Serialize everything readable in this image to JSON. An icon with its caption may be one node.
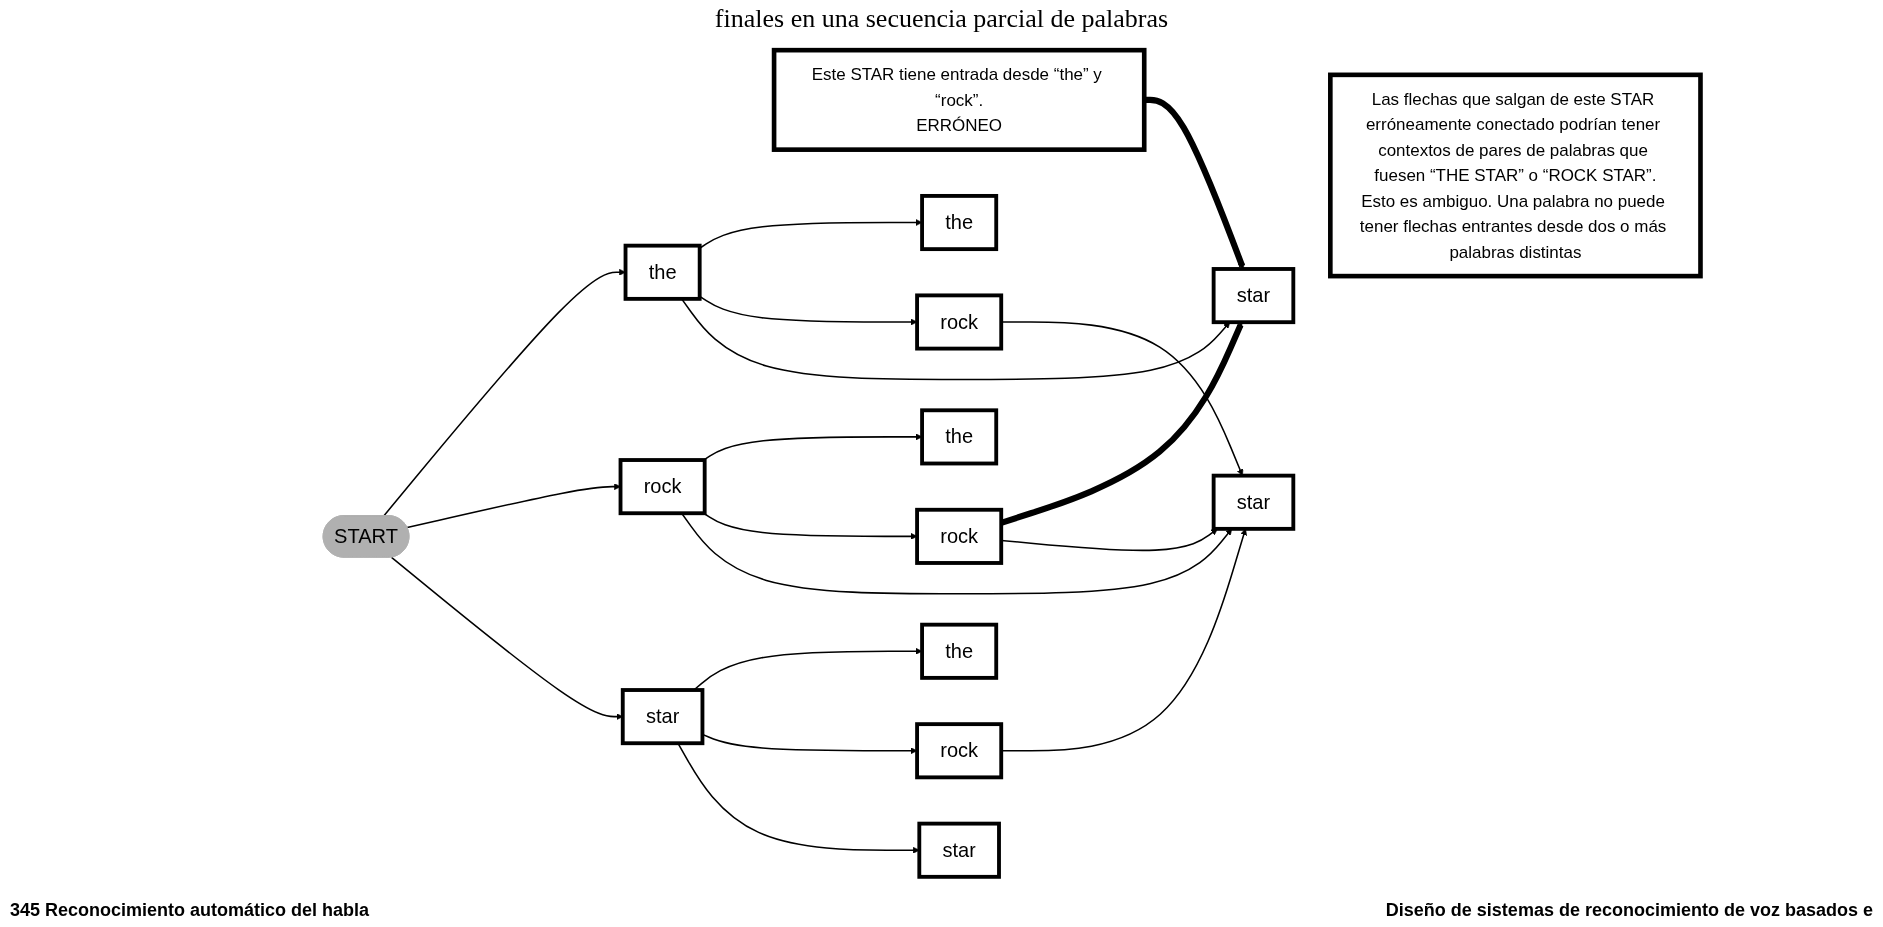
{
  "diagram": {
    "nodes": [
      {
        "text": [
          "START"
        ]
      },
      {
        "text": [
          "the"
        ]
      },
      {
        "text": [
          "rock"
        ]
      },
      {
        "text": [
          "star"
        ]
      },
      {
        "text": [
          "the"
        ]
      },
      {
        "text": [
          "rock"
        ]
      },
      {
        "text": [
          "star"
        ]
      },
      {
        "text": [
          "the"
        ]
      },
      {
        "text": [
          "rock"
        ]
      },
      {
        "text": [
          "star"
        ]
      },
      {
        "text": [
          "the"
        ]
      },
      {
        "text": [
          "rock"
        ]
      },
      {
        "text": [
          "star"
        ]
      },
      {
        "text": [
          "Este STAR tiene entrada desde “the” y “rock”.",
          "ERRÓNEO"
        ]
      },
      {
        "text": [
          "Las flechas que salgan de este STAR erróneamente conectado podrían tener contextos de pares de palabras que fuesen “THE STAR” o “ROCK STAR”.",
          "Esto es ambiguo. Una palabra no puede tener flechas entrantes desde dos o más palabras distintas"
        ]
      }
    ],
    "edges": [
      {
        "from": 0,
        "to": 1,
        "arrow": "to"
      },
      {
        "from": 0,
        "to": 2,
        "arrow": "to"
      },
      {
        "from": 0,
        "to": 3,
        "arrow": "to"
      },
      {
        "from": 1,
        "to": 4,
        "arrow": "to"
      },
      {
        "from": 1,
        "to": 5,
        "arrow": "to"
      },
      {
        "from": 1,
        "to": 6,
        "arrow": "to"
      },
      {
        "from": 2,
        "to": 7,
        "arrow": "to"
      },
      {
        "from": 2,
        "to": 8,
        "arrow": "to"
      },
      {
        "from": 2,
        "to": 9,
        "arrow": "to"
      },
      {
        "from": 3,
        "to": 10,
        "arrow": "to"
      },
      {
        "from": 3,
        "to": 11,
        "arrow": "to"
      },
      {
        "from": 3,
        "to": 12,
        "arrow": "to"
      },
      {
        "from": 5,
        "to": 9,
        "arrow": "to"
      },
      {
        "from": 8,
        "to": 6,
        "arrow": "to",
        "style": "thick"
      },
      {
        "from": 8,
        "to": 9,
        "arrow": "to"
      },
      {
        "from": 11,
        "to": 9,
        "arrow": "to"
      },
      {
        "from": 13,
        "to": 6,
        "arrow": "to",
        "style": "thick"
      }
    ],
    "labels": [
      "finales en una secuencia parcial de palabras",
      "345 Reconocimiento automático del habla",
      "Diseño de sistemas de reconocimiento de voz basados e"
    ]
  }
}
